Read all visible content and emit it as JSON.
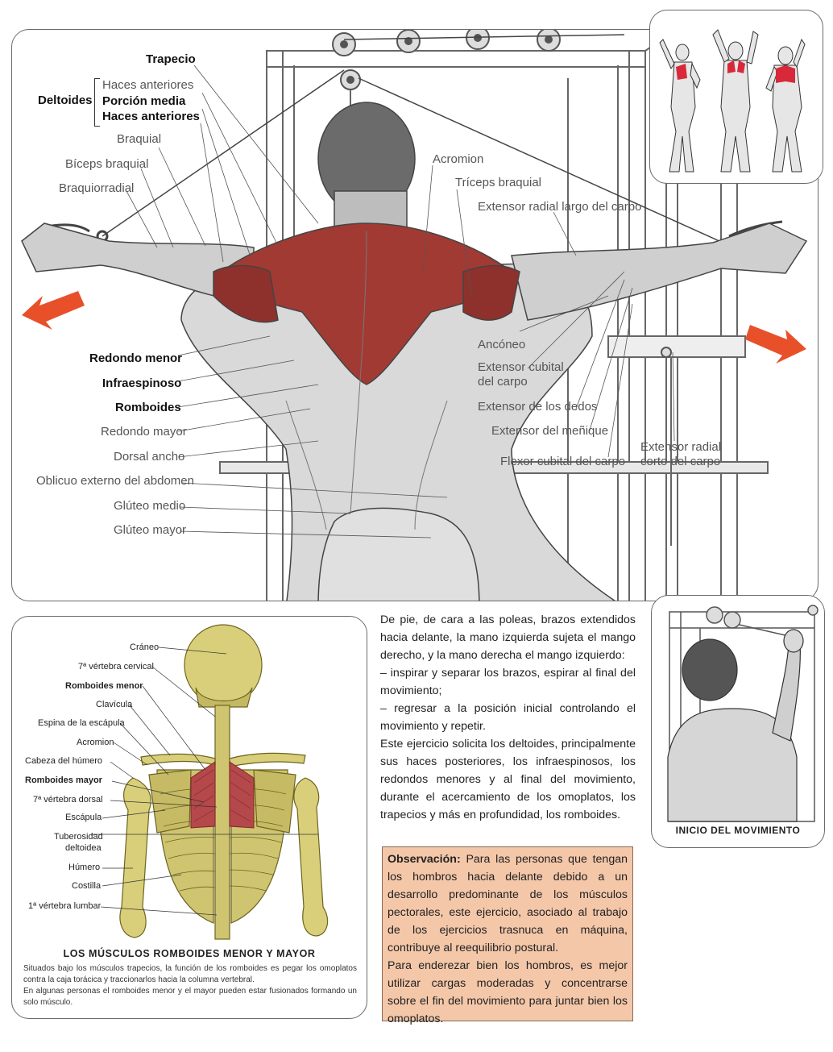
{
  "main_figure": {
    "labels_left": {
      "trapecio": "Trapecio",
      "deltoides": "Deltoides",
      "haces_anteriores_1": "Haces anteriores",
      "porcion_media": "Porción media",
      "haces_anteriores_2": "Haces anteriores",
      "braquial": "Braquial",
      "biceps_braquial": "Bíceps braquial",
      "braquiorradial": "Braquiorradial",
      "redondo_menor": "Redondo menor",
      "infraespinoso": "Infraespinoso",
      "romboides": "Romboides",
      "redondo_mayor": "Redondo mayor",
      "dorsal_ancho": "Dorsal ancho",
      "oblicuo": "Oblicuo externo del abdomen",
      "gluteo_medio": "Glúteo medio",
      "gluteo_mayor": "Glúteo mayor"
    },
    "labels_right": {
      "acromion": "Acromion",
      "triceps": "Tríceps braquial",
      "extensor_radial_largo": "Extensor radial largo del carpo",
      "anconeo": "Ancóneo",
      "extensor_cubital_1": "Extensor cubital",
      "extensor_cubital_2": "del carpo",
      "extensor_dedos": "Extensor de los dedos",
      "extensor_menique": "Extensor del meñique",
      "flexor_cubital": "Flexor cubital del carpo",
      "extensor_radial_corto_1": "Extensor radial",
      "extensor_radial_corto_2": "corto del carpo"
    },
    "colors": {
      "muscle_red": "#a23a34",
      "arrow": "#e8502a",
      "highlight": "#d8293a"
    }
  },
  "start_panel": {
    "caption": "INICIO DEL MOVIMIENTO"
  },
  "instructions": {
    "p1": "De pie, de cara a las poleas, brazos extendidos hacia delante, la mano izquierda sujeta el mango derecho, y la mano derecha el mango izquierdo:",
    "p2": "– inspirar y separar los brazos, espirar al final del movimiento;",
    "p3": "– regresar a la posición inicial controlando el movimiento y repetir.",
    "p4": "Este ejercicio solicita los deltoides, principalmente sus haces posteriores, los infraespinosos, los redondos menores y al final del movimiento, durante el acercamiento de los omoplatos, los trapecios y más en profundidad, los romboides."
  },
  "observation": {
    "title": "Observación:",
    "text1": " Para las personas que tengan los hombros hacia delante debido a un desarrollo predominante de los músculos pectorales, este ejercicio, asociado al trabajo de los ejercicios trasnuca en máquina, contribuye al reequilibrio postural.",
    "text2": "Para enderezar bien los hombros, es mejor utilizar cargas moderadas y concentrarse sobre el fin del movimiento para juntar bien los omoplatos.",
    "bg_color": "#f4c7a9"
  },
  "skeleton_figure": {
    "labels": {
      "craneo": "Cráneo",
      "vertebra_cervical": "7ª vértebra cervical",
      "romboides_menor": "Romboides menor",
      "clavicula": "Clavícula",
      "espina": "Espina de la escápula",
      "acromion": "Acromion",
      "cabeza_humero": "Cabeza del húmero",
      "romboides_mayor": "Romboides mayor",
      "vertebra_dorsal": "7ª vértebra dorsal",
      "escapula": "Escápula",
      "tuberosidad_1": "Tuberosidad",
      "tuberosidad_2": "deltoidea",
      "humero": "Húmero",
      "costilla": "Costilla",
      "vertebra_lumbar": "1ª vértebra lumbar"
    },
    "title": "LOS MÚSCULOS ROMBOIDES MENOR Y MAYOR",
    "desc1": "Situados bajo los músculos trapecios, la función de los romboides es pegar los omoplatos contra la caja torácica y traccionarlos hacia la columna vertebral.",
    "desc2": "En algunas personas el romboides menor y el mayor pueden estar fusionados formando un solo músculo.",
    "colors": {
      "bone": "#d9cf7a",
      "bone_shadow": "#8f8436",
      "muscle": "#b5484a"
    }
  }
}
